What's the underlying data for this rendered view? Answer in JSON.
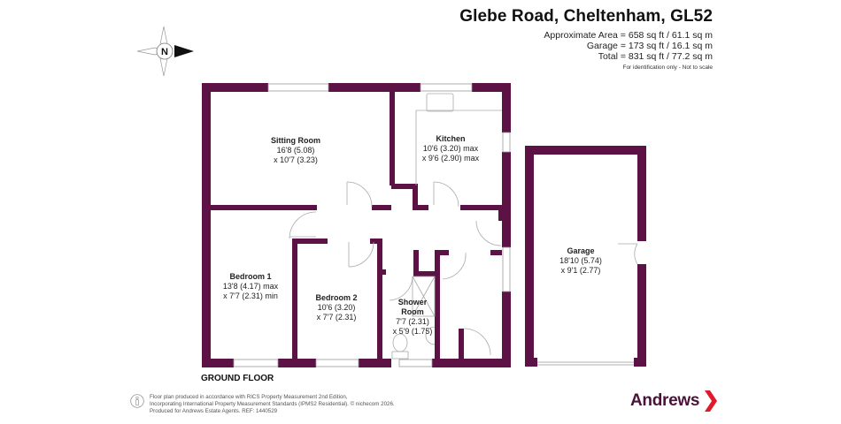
{
  "header": {
    "title": "Glebe Road, Cheltenham, GL52",
    "areas": [
      "Approximate Area = 658 sq ft / 61.1 sq m",
      "Garage = 173 sq ft / 16.1 sq m",
      "Total = 831 sq ft / 77.2 sq m"
    ],
    "note": "For identification only - Not to scale"
  },
  "compass": {
    "label": "N",
    "icon": "compass-icon"
  },
  "colors": {
    "wall": "#5c1245",
    "brand": "#4a1238",
    "brand_accent": "#e0192b"
  },
  "rooms": [
    {
      "name": "Sitting Room",
      "dim1": "16'8 (5.08)",
      "dim2": "x 10'7 (3.23)"
    },
    {
      "name": "Kitchen",
      "dim1": "10'6 (3.20) max",
      "dim2": "x 9'6 (2.90) max"
    },
    {
      "name": "Bedroom 1",
      "dim1": "13'8 (4.17) max",
      "dim2": "x 7'7 (2.31) min"
    },
    {
      "name": "Bedroom 2",
      "dim1": "10'6 (3.20)",
      "dim2": "x 7'7 (2.31)"
    },
    {
      "name": "Shower",
      "name2": "Room",
      "dim1": "7'7 (2.31)",
      "dim2": "x 5'9 (1.75)"
    },
    {
      "name": "Garage",
      "dim1": "18'10 (5.74)",
      "dim2": "x 9'1 (2.77)"
    }
  ],
  "floor_label": "GROUND FLOOR",
  "footer": {
    "lines": [
      "Floor plan produced in accordance with RICS Property Measurement 2nd Edition,",
      "Incorporating International Property Measurement Standards (IPMS2 Residential).   © nichecom 2026.",
      "Produced for Andrews Estate Agents.   REF: 1440529"
    ]
  },
  "brand": {
    "name": "Andrews"
  }
}
